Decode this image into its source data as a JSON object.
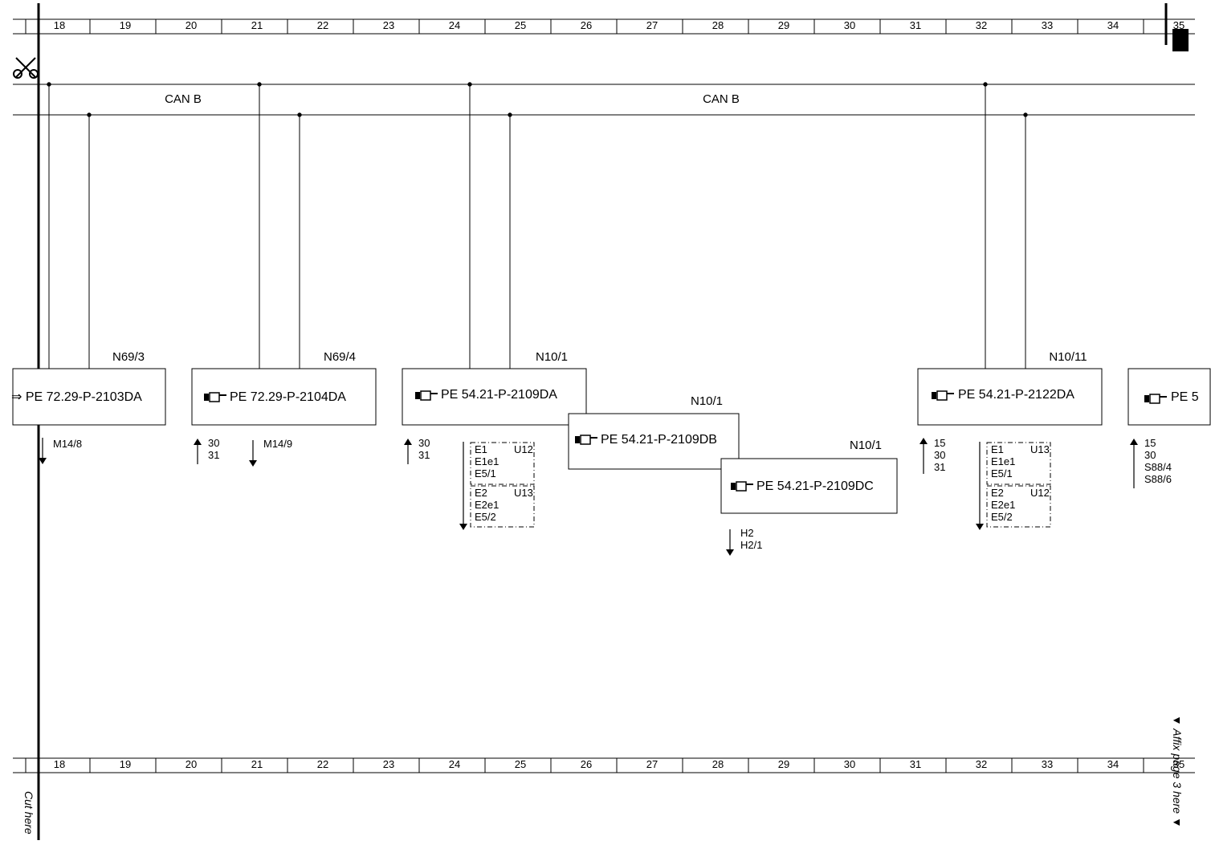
{
  "grid_numbers": [
    "18",
    "19",
    "20",
    "21",
    "22",
    "23",
    "24",
    "25",
    "26",
    "27",
    "28",
    "29",
    "30",
    "31",
    "32",
    "33",
    "34",
    "35"
  ],
  "bus_labels": [
    "CAN B",
    "CAN B"
  ],
  "modules": [
    {
      "id": "N69/3",
      "ref": "PE 72.29-P-2103DA",
      "ref_display": "⇒ PE 72.29-P-2103DA"
    },
    {
      "id": "N69/4",
      "ref": "PE 72.29-P-2104DA",
      "ref_display": "PE 72.29-P-2104DA"
    },
    {
      "id": "N10/1",
      "ref": "PE 54.21-P-2109DA",
      "ref_display": "PE 54.21-P-2109DA"
    },
    {
      "id": "N10/1",
      "ref": "PE 54.21-P-2109DB",
      "ref_display": "PE 54.21-P-2109DB"
    },
    {
      "id": "N10/1",
      "ref": "PE 54.21-P-2109DC",
      "ref_display": "PE 54.21-P-2109DC"
    },
    {
      "id": "N10/11",
      "ref": "PE 54.21-P-2122DA",
      "ref_display": "PE 54.21-P-2122DA"
    },
    {
      "id": "",
      "ref": "PE 5",
      "ref_display": "PE 5"
    }
  ],
  "signals": {
    "m14_8": "M14/8",
    "s30_31_a": [
      "30",
      "31"
    ],
    "m14_9": "M14/9",
    "s30_31_b": [
      "30",
      "31"
    ],
    "h2": [
      "H2",
      "H2/1"
    ],
    "s15_30_31": [
      "15",
      "30",
      "31"
    ],
    "right_group": [
      "15",
      "30",
      "S88/4",
      "S88/6"
    ]
  },
  "dashed_boxes": [
    {
      "code": "U12",
      "lines": [
        "E1",
        "E1e1",
        "E5/1"
      ]
    },
    {
      "code": "U13",
      "lines": [
        "E2",
        "E2e1",
        "E5/2"
      ]
    },
    {
      "code": "U13",
      "lines": [
        "E1",
        "E1e1",
        "E5/1"
      ]
    },
    {
      "code": "U12",
      "lines": [
        "E2",
        "E2e1",
        "E5/2"
      ]
    }
  ],
  "margin_text": {
    "cut_here": "Cut here",
    "affix": "▼ Affix page 3 here ▼"
  }
}
